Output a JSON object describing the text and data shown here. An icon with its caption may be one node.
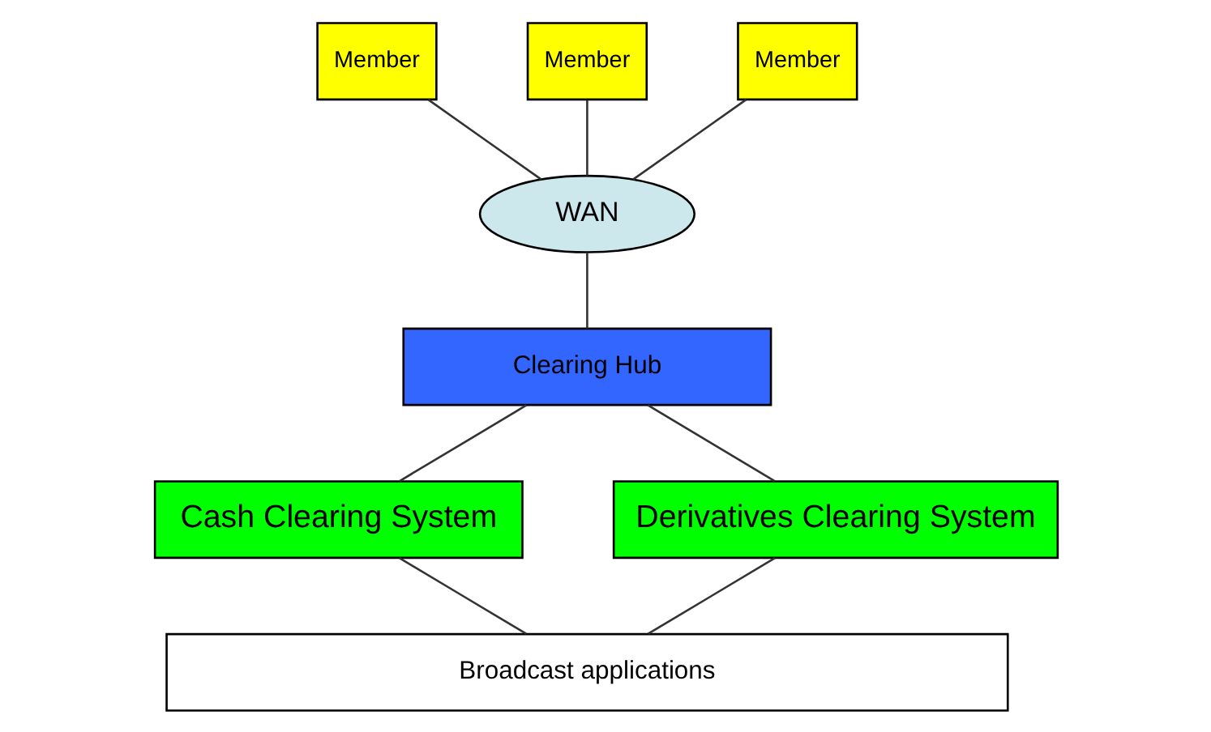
{
  "diagram": {
    "nodes": [
      {
        "text": [
          "Member"
        ]
      },
      {
        "text": [
          "Member"
        ]
      },
      {
        "text": [
          "Member"
        ]
      },
      {
        "text": [
          "WAN"
        ]
      },
      {
        "text": [
          "Clearing Hub"
        ]
      },
      {
        "text": [
          "Cash Clearing System"
        ]
      },
      {
        "text": [
          "Derivatives Clearing System"
        ]
      },
      {
        "text": [
          "Broadcast applications"
        ]
      }
    ],
    "edges": [
      {
        "from": 0,
        "to": 3,
        "arrow": "none"
      },
      {
        "from": 1,
        "to": 3,
        "arrow": "none"
      },
      {
        "from": 2,
        "to": 3,
        "arrow": "none"
      },
      {
        "from": 3,
        "to": 4,
        "arrow": "none"
      },
      {
        "from": 4,
        "to": 5,
        "arrow": "none"
      },
      {
        "from": 4,
        "to": 6,
        "arrow": "none"
      },
      {
        "from": 5,
        "to": 7,
        "arrow": "none"
      },
      {
        "from": 6,
        "to": 7,
        "arrow": "none"
      }
    ]
  }
}
